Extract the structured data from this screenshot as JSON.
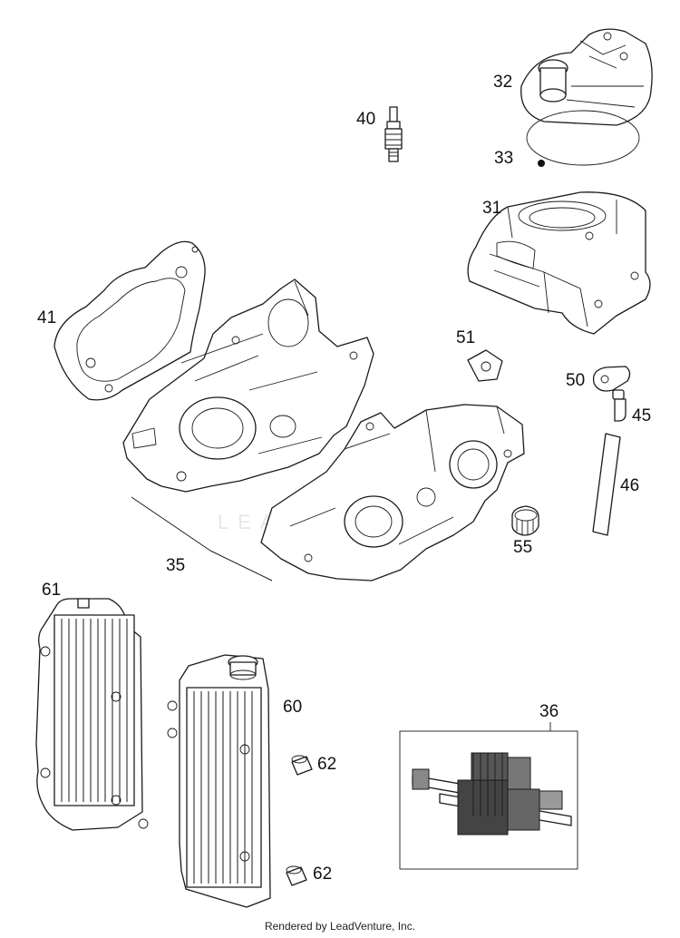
{
  "callouts": {
    "c32": "32",
    "c40": "40",
    "c33": "33",
    "c31": "31",
    "c41": "41",
    "c51": "51",
    "c50": "50",
    "c45": "45",
    "c46": "46",
    "c35": "35",
    "c55": "55",
    "c61": "61",
    "c60": "60",
    "c36": "36",
    "c62a": "62",
    "c62b": "62"
  },
  "watermark": "LEADVENTURE",
  "footer": "Rendered by LeadVenture, Inc."
}
